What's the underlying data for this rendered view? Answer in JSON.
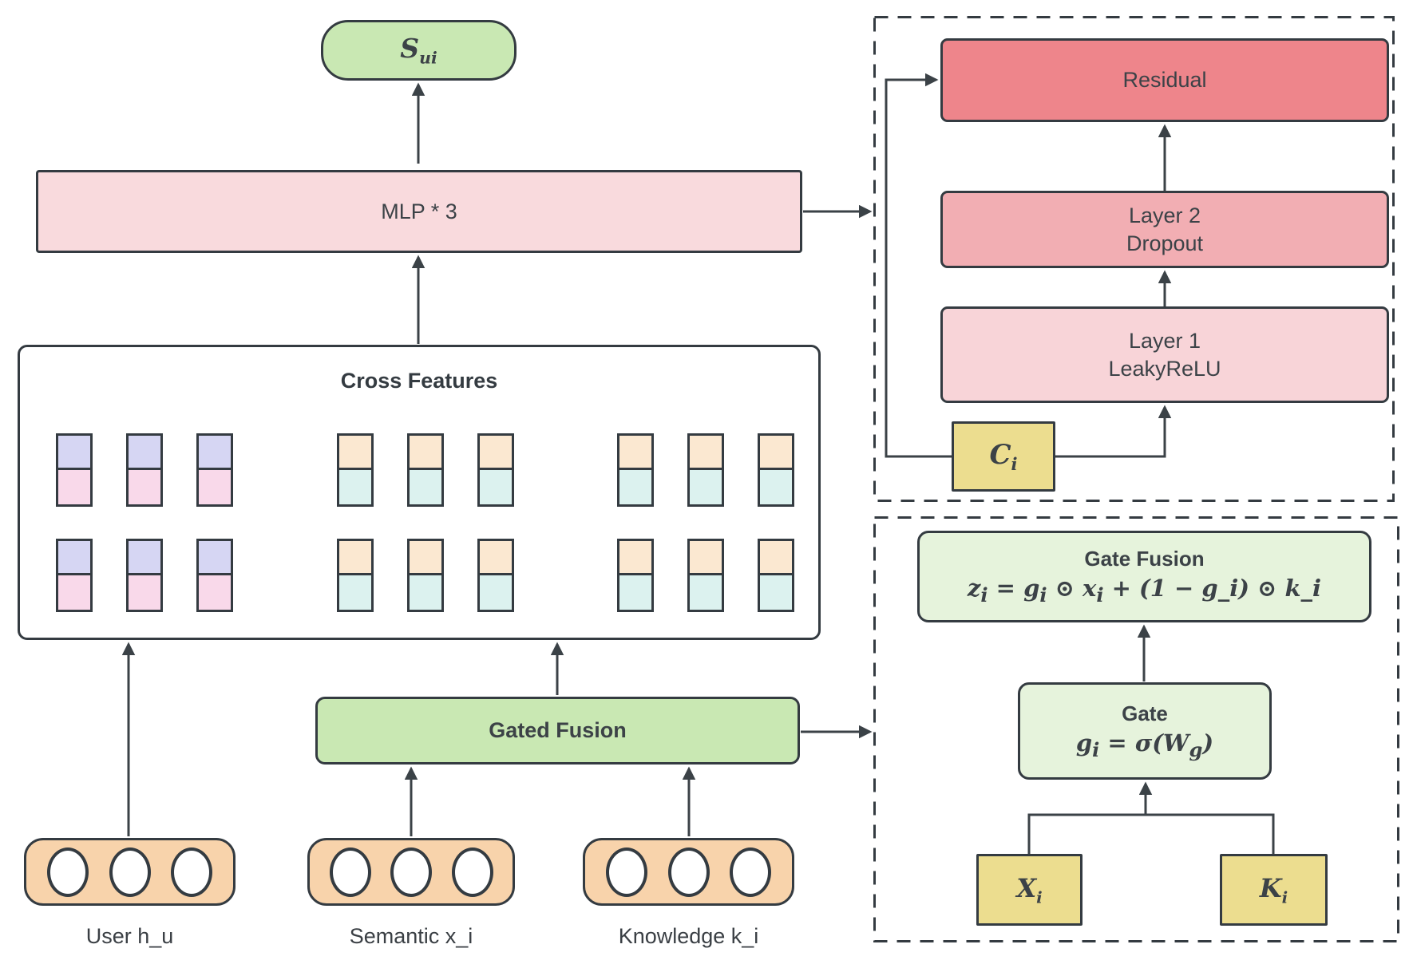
{
  "colors": {
    "ink": "#343b41",
    "line": "#3b4247",
    "green": "#c9e8b3",
    "green_pale": "#e6f3dc",
    "pink_pale": "#f9dadd",
    "red": "#ee858b",
    "pink_mid": "#f2aeb3",
    "pink_soft": "#f8d4d8",
    "yellow": "#ecdd8f",
    "peach": "#f8d3ab",
    "sq_lavender": "#d6d6f3",
    "sq_pink": "#f9d9ea",
    "sq_peach": "#fbe8d1",
    "sq_cyan": "#dcf2ef"
  },
  "main": {
    "score": {
      "base": "S",
      "sub": "ui"
    },
    "mlp_label": "MLP * 3",
    "cross_title": "Cross Features",
    "gated_fusion_label": "Gated Fusion",
    "tokens": [
      {
        "label": "User h_u"
      },
      {
        "label": "Semantic x_i"
      },
      {
        "label": "Knowledge k_i"
      }
    ]
  },
  "mlp_panel": {
    "residual_label": "Residual",
    "layer2_line1": "Layer 2",
    "layer2_line2": "Dropout",
    "layer1_line1": "Layer 1",
    "layer1_line2": "LeakyReLU",
    "ci": {
      "base": "C",
      "sub": "i"
    }
  },
  "fusion_panel": {
    "gate_fusion_title": "Gate Fusion",
    "gate_fusion_formula": [
      {
        "t": "z"
      },
      {
        "t": "i",
        "sub": true
      },
      {
        "t": " = "
      },
      {
        "t": "g"
      },
      {
        "t": "i",
        "sub": true
      },
      {
        "t": " ⊙ "
      },
      {
        "t": "x"
      },
      {
        "t": "i",
        "sub": true
      },
      {
        "t": " + (1 − "
      },
      {
        "t": "g_i"
      },
      {
        "t": ") ⊙ "
      },
      {
        "t": "k_i"
      }
    ],
    "gate_title": "Gate",
    "gate_formula": [
      {
        "t": "g"
      },
      {
        "t": "i",
        "sub": true
      },
      {
        "t": " = σ(W"
      },
      {
        "t": "g",
        "sub": true
      },
      {
        "t": ")"
      }
    ],
    "xi": {
      "base": "X",
      "sub": "i"
    },
    "ki": {
      "base": "K",
      "sub": "i"
    }
  }
}
